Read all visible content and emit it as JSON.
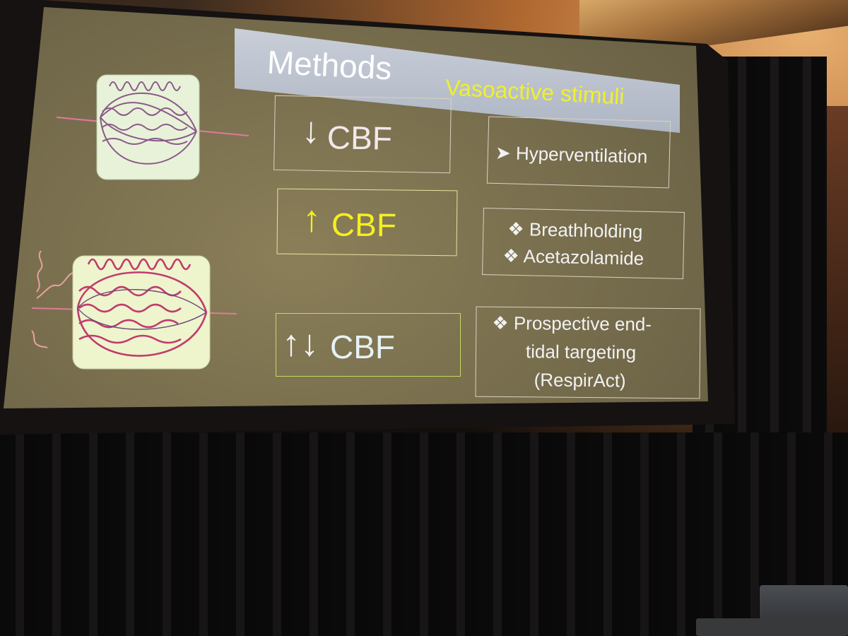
{
  "slide": {
    "title": "Methods",
    "subtitle": "Vasoactive stimuli",
    "rows": [
      {
        "arrow": "↓",
        "label": "CBF",
        "label_color": "#f2e8ec",
        "arrow_color": "#f2f2f2",
        "items": [
          "➤ Hyperventilation"
        ]
      },
      {
        "arrow": "↑",
        "label": "CBF",
        "label_color": "#f4f020",
        "arrow_color": "#f4f020",
        "items": [
          "❖ Breathholding",
          "❖ Acetazolamide"
        ]
      },
      {
        "arrow": "↑↓",
        "label": "CBF",
        "label_color": "#e6f2f4",
        "arrow_color": "#f2f2f2",
        "items": [
          "❖ Prospective end-",
          "tidal targeting",
          "(RespirAct)"
        ]
      }
    ],
    "diagrams": [
      {
        "name": "vessel-diagram-constricted",
        "line_color": "#8a5a8a"
      },
      {
        "name": "vessel-diagram-dilated",
        "line_color": "#c23a6e"
      }
    ]
  }
}
